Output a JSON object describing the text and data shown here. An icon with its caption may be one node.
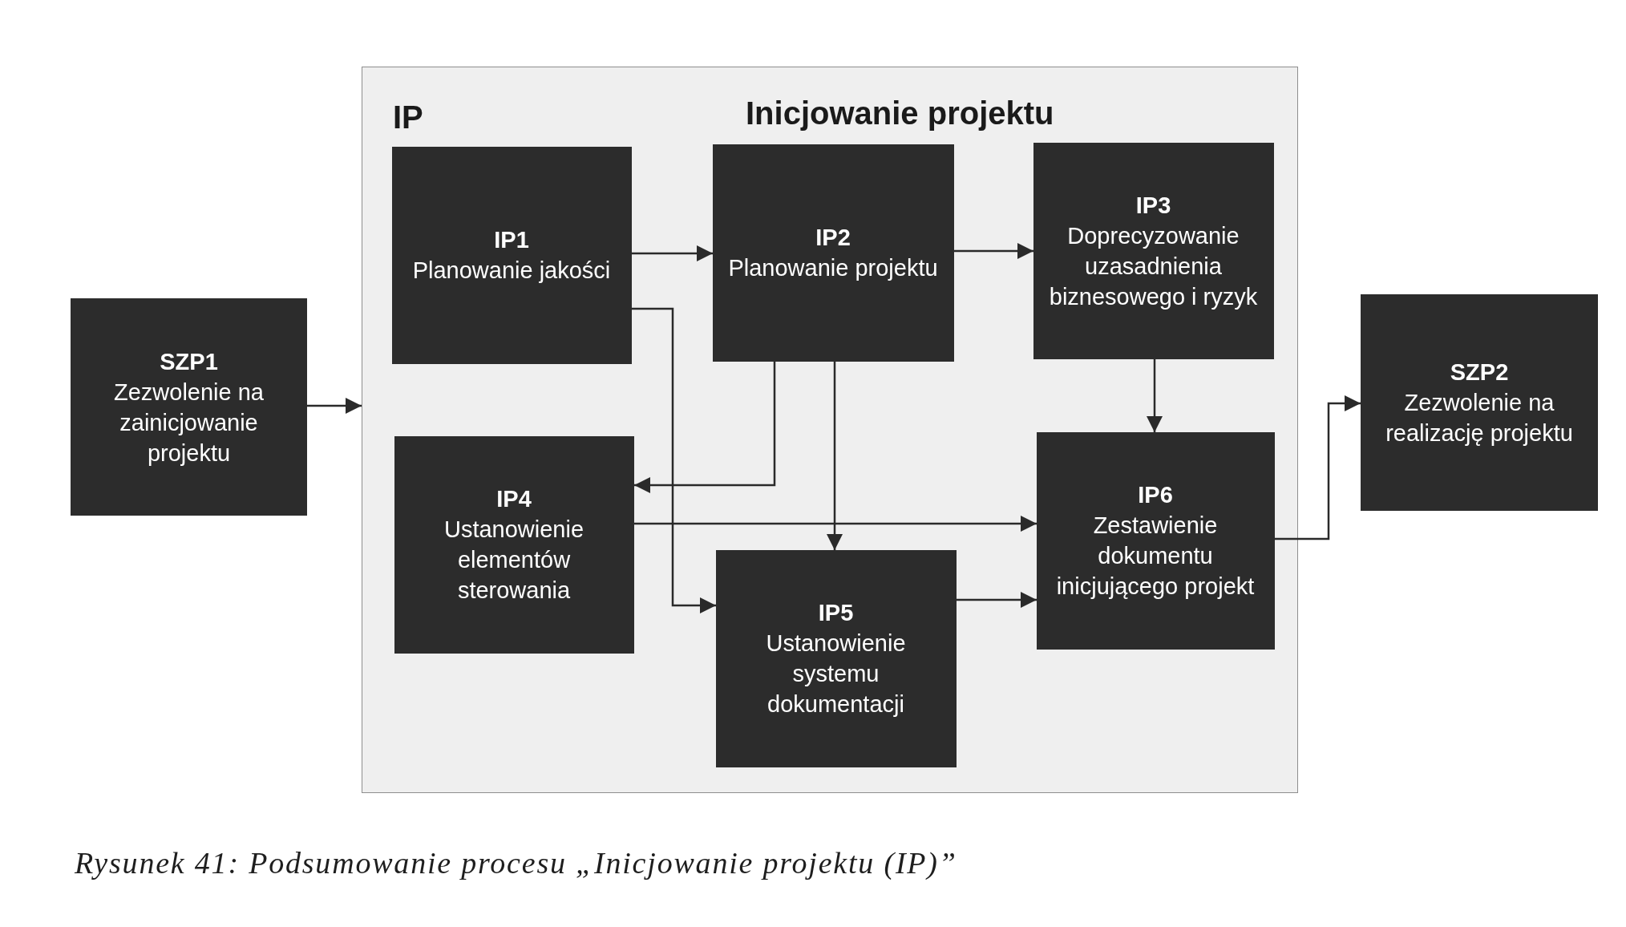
{
  "diagram": {
    "caption": "Rysunek 41: Podsumowanie procesu „Inicjowanie projektu (IP)”",
    "nodes": [
      {
        "text": [
          "SZP1",
          "Zezwolenie na zainicjowanie projektu"
        ]
      },
      {
        "text": [
          "IP",
          "Inicjowanie projektu"
        ]
      },
      {
        "text": [
          "IP1",
          "Planowanie jakości"
        ],
        "in": 1
      },
      {
        "text": [
          "IP2",
          "Planowanie projektu"
        ],
        "in": 1
      },
      {
        "text": [
          "IP3",
          "Doprecyzowanie uzasadnienia biznesowego i ryzyk"
        ],
        "in": 1
      },
      {
        "text": [
          "IP4",
          "Ustanowienie elementów sterowania"
        ],
        "in": 1
      },
      {
        "text": [
          "IP5",
          "Ustanowienie systemu dokumentacji"
        ],
        "in": 1
      },
      {
        "text": [
          "IP6",
          "Zestawienie dokumentu inicjującego projekt"
        ],
        "in": 1
      },
      {
        "text": [
          "SZP2",
          "Zezwolenie na realizację projektu"
        ]
      }
    ],
    "edges": [
      {
        "from": 0,
        "to": 1,
        "arrow": "to"
      },
      {
        "from": 2,
        "to": 3,
        "arrow": "to"
      },
      {
        "from": 3,
        "to": 4,
        "arrow": "to"
      },
      {
        "from": 2,
        "to": 6,
        "arrow": "to"
      },
      {
        "from": 3,
        "to": 5,
        "arrow": "to"
      },
      {
        "from": 3,
        "to": 6,
        "arrow": "to"
      },
      {
        "from": 4,
        "to": 7,
        "arrow": "to"
      },
      {
        "from": 5,
        "to": 7,
        "arrow": "to"
      },
      {
        "from": 6,
        "to": 7,
        "arrow": "to"
      },
      {
        "from": 7,
        "to": 8,
        "arrow": "to"
      }
    ]
  }
}
